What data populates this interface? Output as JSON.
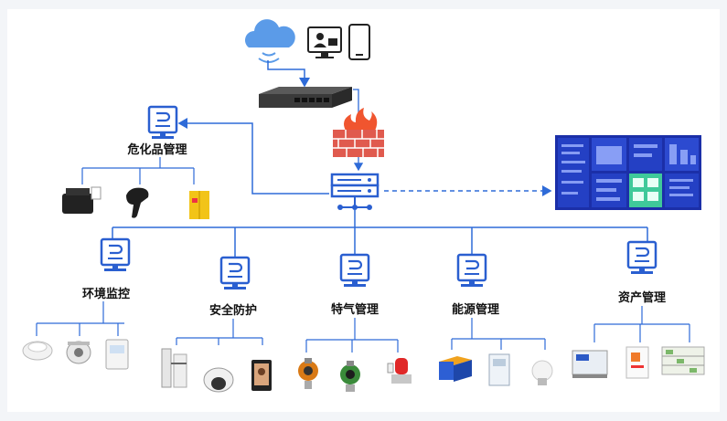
{
  "nodes": {
    "hazmat": {
      "label": "危化品管理"
    },
    "env": {
      "label": "环境监控"
    },
    "security": {
      "label": "安全防护"
    },
    "gas": {
      "label": "特气管理"
    },
    "energy": {
      "label": "能源管理"
    },
    "asset": {
      "label": "资产管理"
    }
  },
  "colors": {
    "line": "#2e6bd8",
    "dashed": "#2e6bd8",
    "monitor": "#2a5fd0",
    "firewall": "#e05a4e",
    "background": "#f3f5f8"
  },
  "icons": {
    "cloud": "cloud-icon",
    "admin_pc": "admin-computer-icon",
    "phone": "mobile-phone-icon",
    "switch": "network-switch-icon",
    "firewall": "firewall-icon",
    "server": "server-icon",
    "dashboard": "dashboard-screen",
    "terminal": "monitor-terminal-icon"
  }
}
